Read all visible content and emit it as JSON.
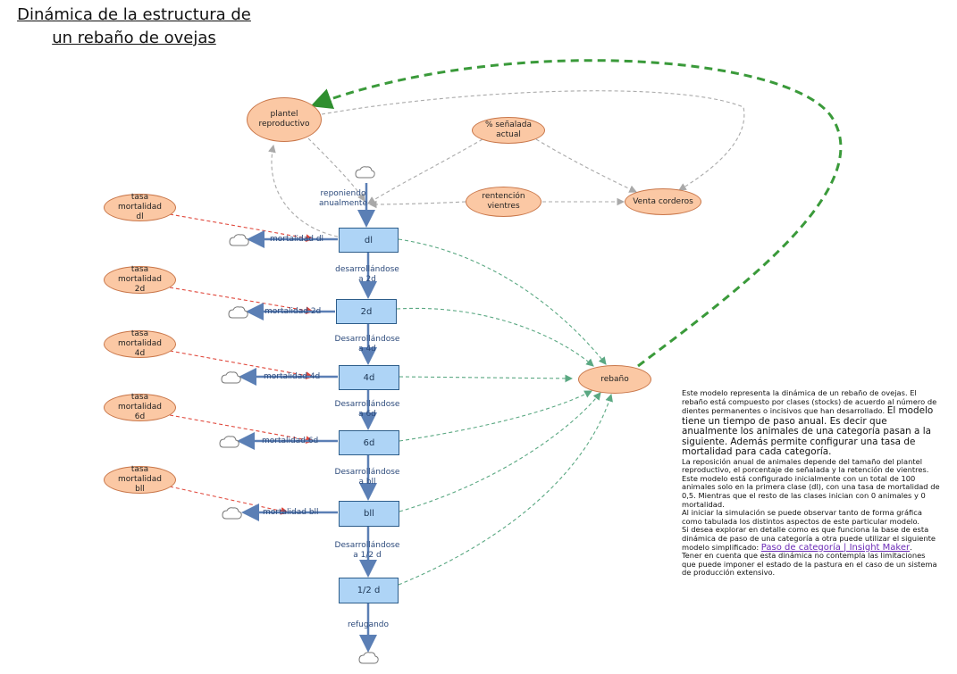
{
  "title": {
    "line1": "Dinámica de la estructura de",
    "line2": "un rebaño de ovejas"
  },
  "variables": {
    "plantel": "plantel\nreproductivo",
    "senalada": "% señalada actual",
    "retencion": "rentención\nvientres",
    "venta": "Venta corderos",
    "rebano": "rebaño",
    "tasa_dl": "tasa mortalidad\ndl",
    "tasa_2d": "tasa mortalidad\n2d",
    "tasa_4d": "tasa mortalidad\n4d",
    "tasa_6d": "tasa mortalidad\n6d",
    "tasa_bll": "tasa mortalidad\nbll"
  },
  "stocks": {
    "dl": "dl",
    "s2d": "2d",
    "s4d": "4d",
    "s6d": "6d",
    "bll": "bll",
    "s12d": "1/2 d"
  },
  "flows": {
    "reponiendo": "reponiendo\nanualmente",
    "des_2d": "desarrollándose\na 2d",
    "des_4d": "Desarrollándose\na 4d",
    "des_6d": "Desarrollándose\na 6d",
    "des_bll": "Desarrollándose\na bll",
    "des_12d": "Desarrollándose\na 1/2 d",
    "refugando": "refugando",
    "mort_dl": "mortalidad dl",
    "mort_2d": "mortalidad 2d",
    "mort_4d": "mortalidad 4d",
    "mort_6d": "mortalidad 6d",
    "mort_bll": "mortalidad bll"
  },
  "description": {
    "p1a": "Este modelo representa la dinámica de un rebaño de ovejas. El rebaño está compuesto por clases (stocks)  de acuerdo al número de dientes permanentes o incisivos que han desarrollado.",
    "p1b": "El modelo tiene un tiempo de paso anual. Es decir que anualmente los animales de una categoría pasan a la siguiente. Además permite configurar una tasa de mortalidad para cada categoría.",
    "p2": "La reposición anual de animales depende del tamaño del plantel reproductivo, el porcentaje de señalada y la retención de vientres.",
    "p3": "Este modelo está configurado inicialmente con un total de 100 animales solo en la primera clase (dl), con una tasa de mortalidad de 0,5. Mientras que el resto de las clases inician con 0 animales y 0 mortalidad.",
    "p4": "Al iniciar la simulación se puede observar tanto de forma gráfica como tabulada los distintos aspectos de este particular modelo.",
    "p5a": "Si desea explorar en detalle como es que funciona la base de esta dinámica de paso de una categoría a otra puede utilizar el siguiente modelo simplificado: ",
    "p5link": "Paso de categoría | Insight Maker",
    "p5b": ".",
    "p6": "Tener en cuenta que esta dinámica no contempla las limitaciones que puede imponer el estado de la pastura en el caso de un sistema de producción extensivo."
  },
  "colors": {
    "ellipse_fill": "#fbc8a4",
    "stock_fill": "#aed4f6",
    "flow": "#5b7fb5",
    "mortality_link": "#e0473b",
    "rebano_link": "#5aa882",
    "feedback_link": "#3a9a3a",
    "info_link": "#a9a9a9"
  },
  "icons": {
    "source_sink": "cloud-icon"
  }
}
